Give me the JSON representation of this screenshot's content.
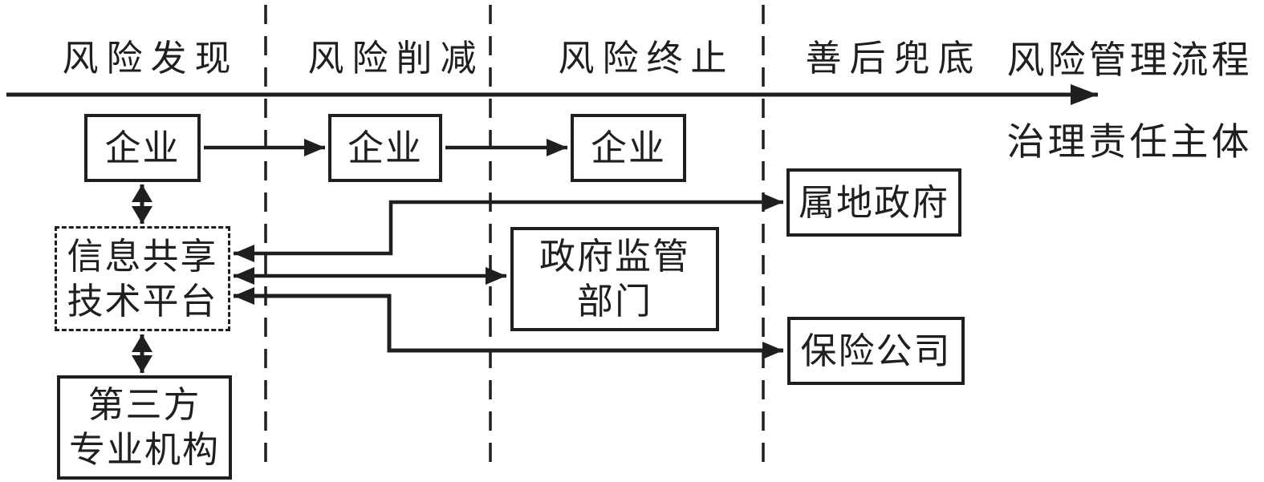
{
  "diagram": {
    "title_axis": {
      "flow_label": "风险管理流程",
      "subject_label": "治理责任主体"
    },
    "phases": [
      {
        "label": "风险发现"
      },
      {
        "label": "风险削减"
      },
      {
        "label": "风险终止"
      },
      {
        "label": "善后兜底"
      }
    ],
    "nodes": {
      "enterprise1": {
        "label": "企业"
      },
      "enterprise2": {
        "label": "企业"
      },
      "enterprise3": {
        "label": "企业"
      },
      "platform": {
        "line1": "信息共享",
        "line2": "技术平台"
      },
      "third_party": {
        "line1": "第三方",
        "line2": "专业机构"
      },
      "local_gov": {
        "label": "属地政府"
      },
      "regulator": {
        "line1": "政府监管",
        "line2": "部门"
      },
      "insurance": {
        "label": "保险公司"
      }
    },
    "colors": {
      "ink": "#1f1f1e",
      "background": "#ffffff"
    }
  }
}
